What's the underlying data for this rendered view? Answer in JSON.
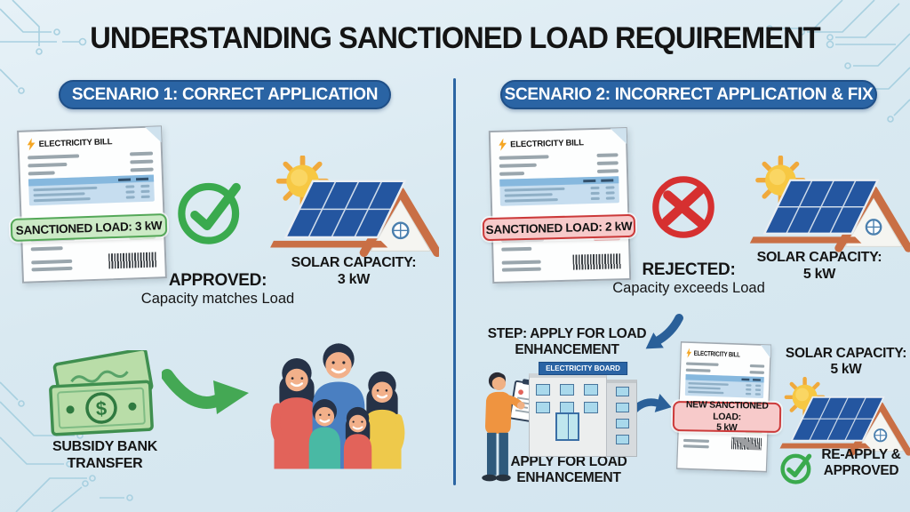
{
  "title": "UNDERSTANDING SANCTIONED LOAD REQUIREMENT",
  "icons": {
    "dollar": "$"
  },
  "colors": {
    "background": "#d9e9f1",
    "header_blue": "#2a64a4",
    "approve_green": "#3aaa4e",
    "reject_red": "#d62f2f",
    "badge_green_bg": "#cceac6",
    "badge_red_bg": "#f7caca",
    "divider_blue": "#2b65a3",
    "circuit_trace": "#a8d0e0"
  },
  "scenario1": {
    "header": "SCENARIO 1: CORRECT APPLICATION",
    "bill": {
      "title": "ELECTRICITY BILL",
      "badge": "SANCTIONED LOAD: 3 kW"
    },
    "result_title": "APPROVED:",
    "result_sub": "Capacity matches Load",
    "solar": {
      "label": "SOLAR CAPACITY:",
      "value": "3 kW"
    },
    "subsidy": {
      "line1": "SUBSIDY BANK",
      "line2": "TRANSFER"
    }
  },
  "scenario2": {
    "header": "SCENARIO 2: INCORRECT APPLICATION & FIX",
    "bill": {
      "title": "ELECTRICITY BILL",
      "badge": "SANCTIONED LOAD: 2 kW"
    },
    "result_title": "REJECTED:",
    "result_sub": "Capacity exceeds Load",
    "solar_top": {
      "label": "SOLAR CAPACITY:",
      "value": "5 kW"
    },
    "step": {
      "line1": "STEP: APPLY FOR LOAD",
      "line2": "ENHANCEMENT"
    },
    "board_sign": "ELECTRICITY BOARD",
    "apply": {
      "line1": "APPLY FOR LOAD",
      "line2": "ENHANCEMENT"
    },
    "new_bill": {
      "title": "ELECTRICITY BILL",
      "badge_line1": "NEW SANCTIONED LOAD:",
      "badge_line2": "5 kW"
    },
    "solar_bottom": {
      "label": "SOLAR CAPACITY:",
      "value": "5 kW"
    },
    "reapproved": {
      "line1": "RE-APPLY &",
      "line2": "APPROVED"
    }
  }
}
